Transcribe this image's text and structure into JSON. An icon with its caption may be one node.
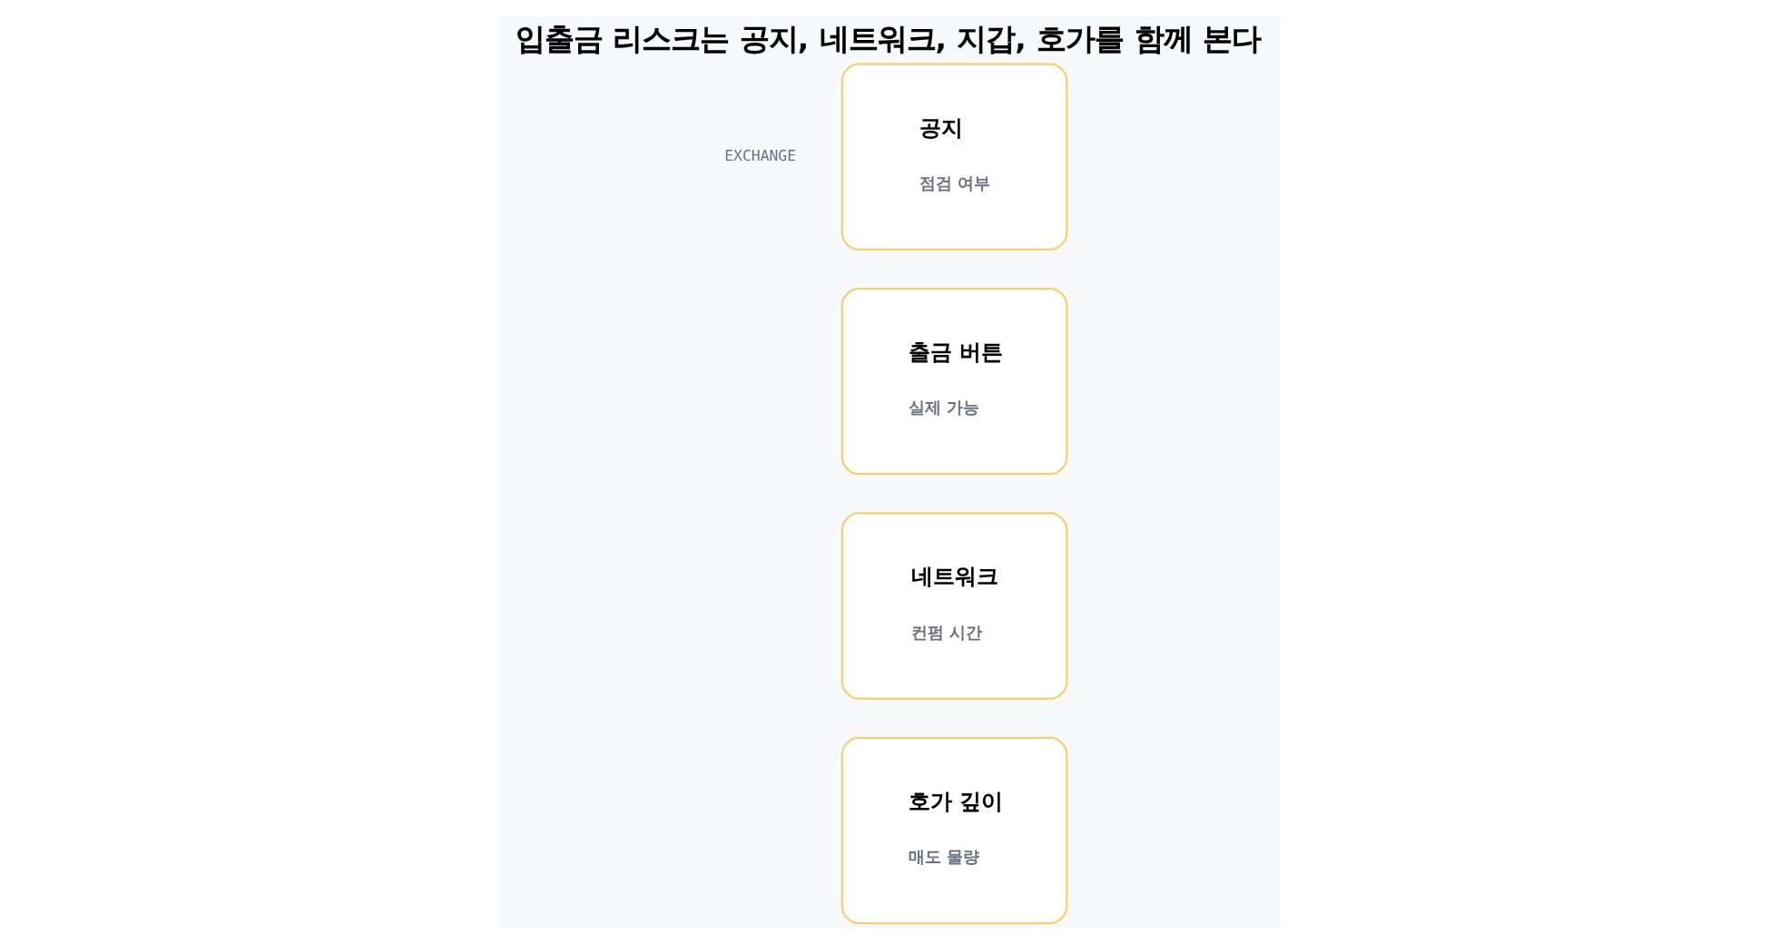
{
  "diagram": {
    "title": "입출금 리스크는 공지, 네트워크, 지갑, 호가를 함께 본다",
    "nodes": [
      {
        "text": [
          "공지",
          "점검 여부"
        ]
      },
      {
        "text": [
          "출금 버튼",
          "실제 가능"
        ]
      },
      {
        "text": [
          "네트워크",
          "컨펌 시간"
        ]
      },
      {
        "text": [
          "호가 깊이",
          "매도 물량"
        ]
      }
    ],
    "edges": [],
    "labels": [
      "EXCHANGE"
    ]
  }
}
